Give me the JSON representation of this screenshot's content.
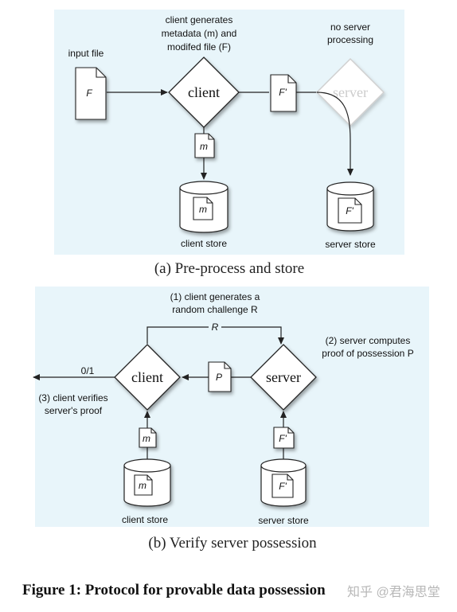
{
  "panel_a": {
    "label_input_file": "input file",
    "doc_input": "F",
    "client_note_line1": "client generates",
    "client_note_line2": "metadata (m) and",
    "client_note_line3": "modifed file (F)",
    "client_node": "client",
    "doc_to_server": "F'",
    "server_note_line1": "no server",
    "server_note_line2": "processing",
    "server_node": "server",
    "doc_metadata": "m",
    "client_store_doc": "m",
    "client_store_label": "client store",
    "server_store_doc": "F'",
    "server_store_label": "server store",
    "caption": "(a) Pre-process and store"
  },
  "panel_b": {
    "note_challenge_line1": "(1) client generates a",
    "note_challenge_line2": "random challenge R",
    "challenge_label": "R",
    "note_server_line1": "(2) server computes",
    "note_server_line2": "proof of possession P",
    "client_node": "client",
    "server_node": "server",
    "doc_proof": "P",
    "output_label": "0/1",
    "note_verify_line1": "(3) client verifies",
    "note_verify_line2": "server's proof",
    "doc_metadata": "m",
    "doc_file": "F'",
    "client_store_doc": "m",
    "server_store_doc": "F'",
    "client_store_label": "client store",
    "server_store_label": "server store",
    "caption": "(b) Verify server possession"
  },
  "figure_caption": "Figure 1: Protocol for provable data possession",
  "watermark": "知乎 @君海思堂",
  "colors": {
    "panel_bg": "#e8f5fa",
    "ink": "#222222",
    "ghost_server": "#cccccc"
  }
}
